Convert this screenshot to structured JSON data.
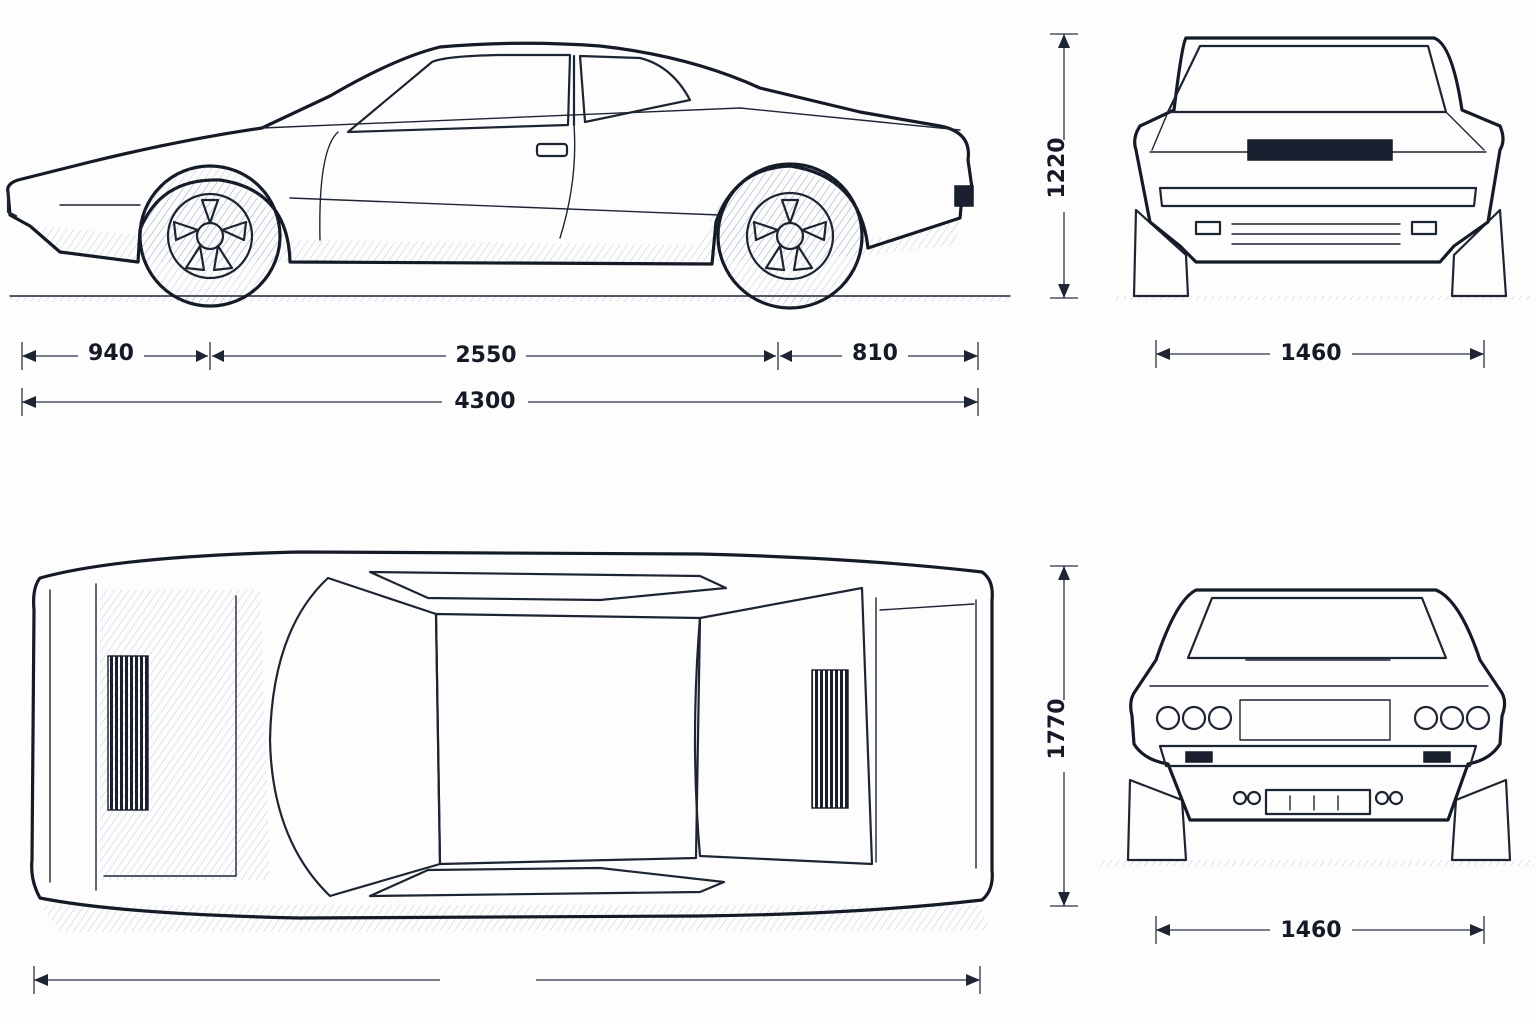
{
  "side_view": {
    "front_overhang": "940",
    "wheelbase": "2550",
    "rear_overhang": "810",
    "overall_length": "4300",
    "height": "1220"
  },
  "front_view": {
    "track_width": "1460"
  },
  "rear_view": {
    "track_width": "1460",
    "overall_width": "1770"
  },
  "colors": {
    "ink": "#1d2533",
    "paper": "#fdfdfd",
    "hatch": "#5f7296"
  }
}
